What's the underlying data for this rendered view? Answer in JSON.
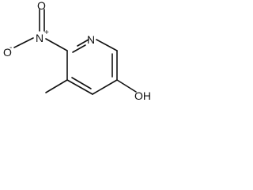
{
  "molecule": {
    "atoms": {
      "ring_nitrogen": "N",
      "nitro_nitrogen": "N",
      "nitro_nitrogen_charge": "+",
      "oxygen_top": "O",
      "oxygen_left": "O",
      "oxygen_left_charge": "-",
      "hydroxyl": "OH"
    }
  }
}
